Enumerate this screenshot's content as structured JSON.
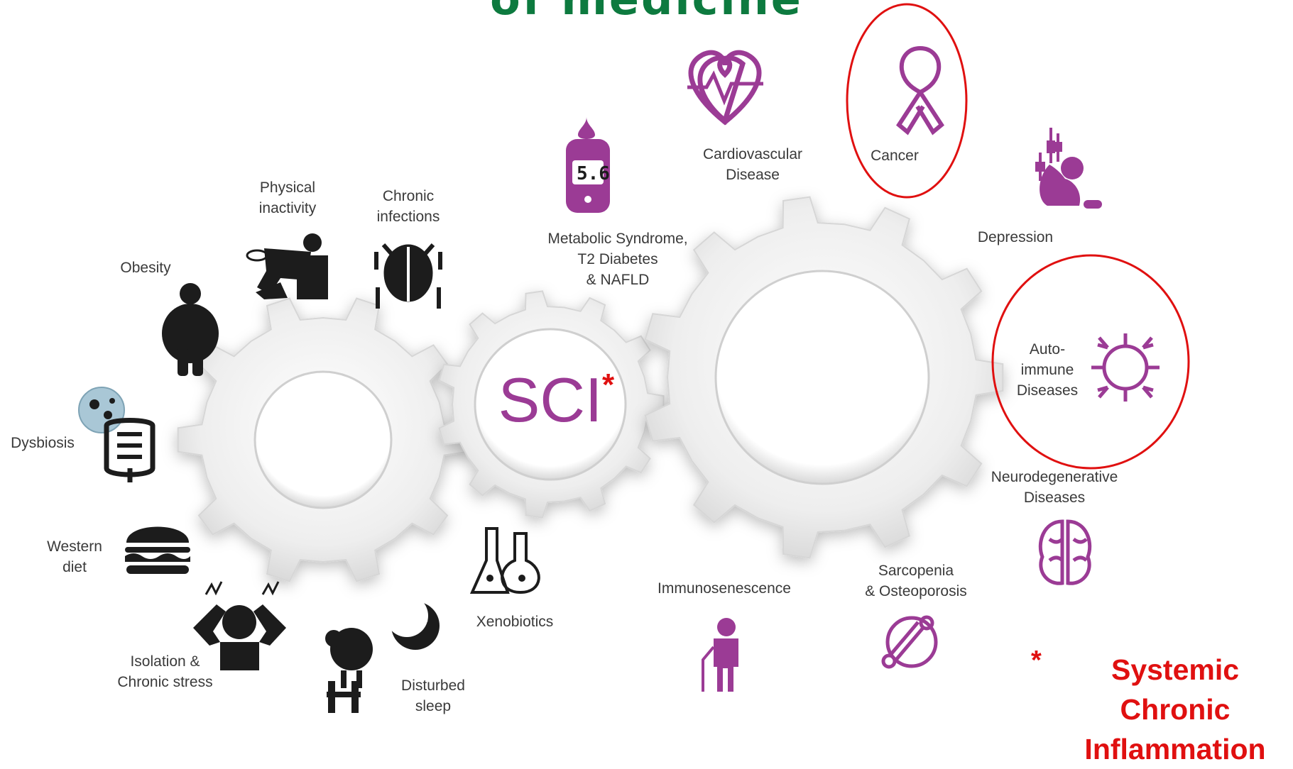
{
  "title": "of medicine",
  "center": {
    "label": "SCI",
    "marker": "*"
  },
  "footnote": {
    "marker": "*",
    "line1": "Systemic",
    "line2": "Chronic",
    "line3": "Inflammation"
  },
  "causes": {
    "obesity": "Obesity",
    "physical_inactivity": [
      "Physical",
      "inactivity"
    ],
    "chronic_infections": [
      "Chronic",
      "infections"
    ],
    "dysbiosis": "Dysbiosis",
    "western_diet": [
      "Western",
      "diet"
    ],
    "isolation_stress": [
      "Isolation &",
      "Chronic stress"
    ],
    "disturbed_sleep": [
      "Disturbed",
      "sleep"
    ],
    "xenobiotics": "Xenobiotics"
  },
  "outcomes": {
    "metabolic": [
      "Metabolic Syndrome,",
      "T2 Diabetes",
      "& NAFLD"
    ],
    "cardiovascular": [
      "Cardiovascular",
      "Disease"
    ],
    "cancer": "Cancer",
    "depression": "Depression",
    "autoimmune": [
      "Auto-",
      "immune",
      "Diseases"
    ],
    "neurodegenerative": [
      "Neurodegenerative",
      "Diseases"
    ],
    "immunosenescence": "Immunosenescence",
    "sarcopenia": [
      "Sarcopenia",
      "& Osteoporosis"
    ]
  },
  "glucometer_reading": "5.6",
  "colors": {
    "title": "#0d7a3f",
    "accent_purple": "#9b3b95",
    "highlight_red": "#e01010",
    "icon_dark": "#1c1c1c"
  }
}
